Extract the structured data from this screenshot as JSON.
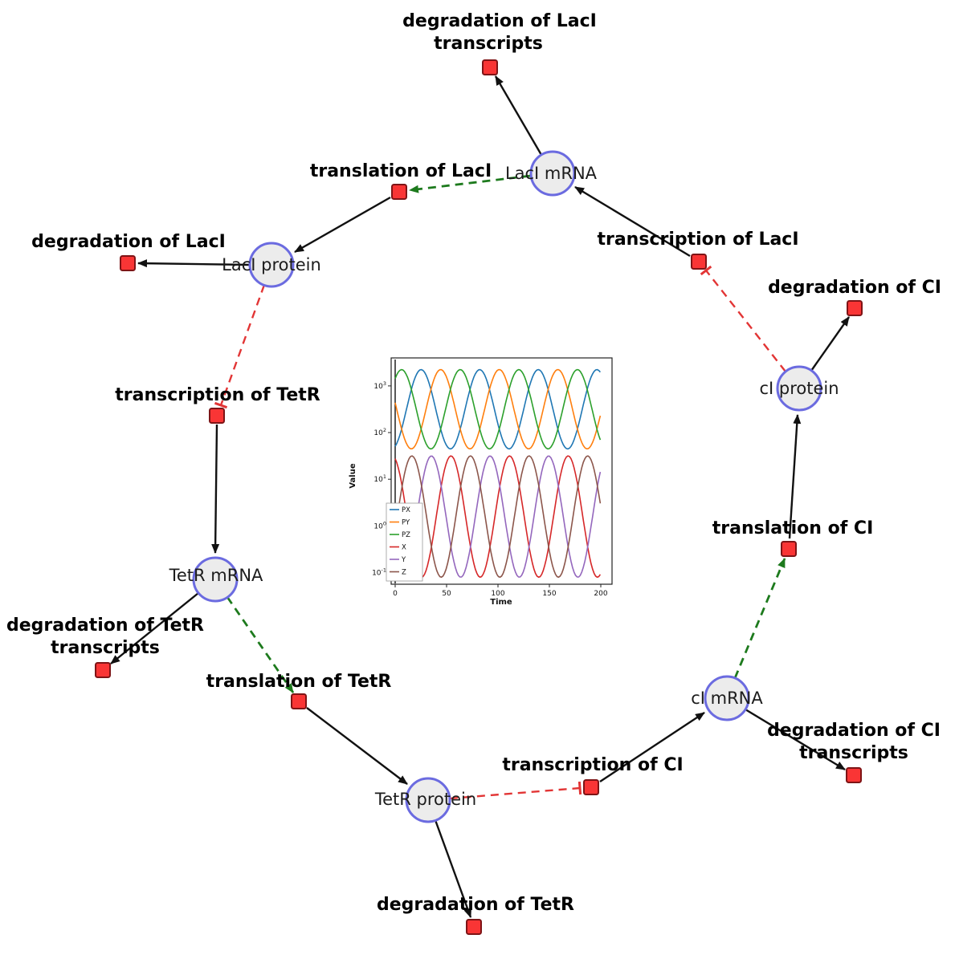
{
  "diagram": {
    "species": [
      {
        "label": "LacI mRNA"
      },
      {
        "label": "LacI protein"
      },
      {
        "label": "cI protein"
      },
      {
        "label": "TetR mRNA"
      },
      {
        "label": "cI mRNA"
      },
      {
        "label": "TetR protein"
      }
    ],
    "reactions": [
      {
        "label_lines": [
          "degradation of LacI",
          "transcripts"
        ]
      },
      {
        "label_lines": [
          "translation of LacI"
        ]
      },
      {
        "label_lines": [
          "degradation of LacI"
        ]
      },
      {
        "label_lines": [
          "transcription of LacI"
        ]
      },
      {
        "label_lines": [
          "degradation of CI"
        ]
      },
      {
        "label_lines": [
          "transcription of TetR"
        ]
      },
      {
        "label_lines": [
          "degradation of TetR",
          "transcripts"
        ]
      },
      {
        "label_lines": [
          "translation of TetR"
        ]
      },
      {
        "label_lines": [
          "translation of CI"
        ]
      },
      {
        "label_lines": [
          "transcription of CI"
        ]
      },
      {
        "label_lines": [
          "degradation of CI",
          "transcripts"
        ]
      },
      {
        "label_lines": [
          "degradation of TetR"
        ]
      }
    ],
    "edges": [
      {
        "from": "LacI mRNA",
        "to": "degradation of LacI transcripts",
        "type": "consumption",
        "style": "solid-black-arrow"
      },
      {
        "from": "LacI mRNA",
        "to": "translation of LacI",
        "type": "modifier",
        "style": "dashed-green-arrow"
      },
      {
        "from": "translation of LacI",
        "to": "LacI protein",
        "type": "production",
        "style": "solid-black-arrow"
      },
      {
        "from": "LacI protein",
        "to": "degradation of LacI",
        "type": "consumption",
        "style": "solid-black-arrow"
      },
      {
        "from": "transcription of LacI",
        "to": "LacI mRNA",
        "type": "production",
        "style": "solid-black-arrow"
      },
      {
        "from": "cI protein",
        "to": "transcription of LacI",
        "type": "inhibition",
        "style": "dashed-red-tbar"
      },
      {
        "from": "cI protein",
        "to": "degradation of CI",
        "type": "consumption",
        "style": "solid-black-arrow"
      },
      {
        "from": "LacI protein",
        "to": "transcription of TetR",
        "type": "inhibition",
        "style": "dashed-red-tbar"
      },
      {
        "from": "transcription of TetR",
        "to": "TetR mRNA",
        "type": "production",
        "style": "solid-black-arrow"
      },
      {
        "from": "TetR mRNA",
        "to": "degradation of TetR transcripts",
        "type": "consumption",
        "style": "solid-black-arrow"
      },
      {
        "from": "TetR mRNA",
        "to": "translation of TetR",
        "type": "modifier",
        "style": "dashed-green-arrow"
      },
      {
        "from": "translation of TetR",
        "to": "TetR protein",
        "type": "production",
        "style": "solid-black-arrow"
      },
      {
        "from": "TetR protein",
        "to": "degradation of TetR",
        "type": "consumption",
        "style": "solid-black-arrow"
      },
      {
        "from": "TetR protein",
        "to": "transcription of CI",
        "type": "inhibition",
        "style": "dashed-red-tbar"
      },
      {
        "from": "transcription of CI",
        "to": "cI mRNA",
        "type": "production",
        "style": "solid-black-arrow"
      },
      {
        "from": "cI mRNA",
        "to": "degradation of CI transcripts",
        "type": "consumption",
        "style": "solid-black-arrow"
      },
      {
        "from": "cI mRNA",
        "to": "translation of CI",
        "type": "modifier",
        "style": "dashed-green-arrow"
      },
      {
        "from": "translation of CI",
        "to": "cI protein",
        "type": "production",
        "style": "solid-black-arrow"
      }
    ],
    "colors": {
      "species_fill": "#ececec",
      "species_stroke": "#6b6be0",
      "reaction_fill": "#f93535",
      "reaction_stroke": "#7e1416",
      "edge_black": "#111111",
      "edge_green": "#1d7a1d",
      "edge_red": "#e23535"
    }
  },
  "chart_data": {
    "type": "line",
    "title": "",
    "xlabel": "Time",
    "ylabel": "Value",
    "x_range": [
      0,
      200
    ],
    "x_ticks": [
      0,
      50,
      100,
      150,
      200
    ],
    "y_scale": "log",
    "y_tick_exponents": [
      -1,
      0,
      1,
      2,
      3
    ],
    "ylim": [
      0.06,
      3500
    ],
    "legend_position": "left",
    "x": [
      0,
      20,
      40,
      60,
      80,
      100,
      120,
      140,
      160,
      180,
      200
    ],
    "series": [
      {
        "name": "PX",
        "color": "#1f77b4",
        "values": [
          51,
          1630,
          284,
          70,
          2120,
          155,
          111,
          2190,
          90,
          199,
          1930
        ],
        "osc": {
          "period": 57,
          "phase": 11,
          "log_mid": 2.5,
          "log_amp": 0.85
        }
      },
      {
        "name": "PY",
        "color": "#ff7f0e",
        "values": [
          435,
          55,
          1810,
          230,
          81,
          2200,
          125,
          136,
          2160,
          76,
          252
        ],
        "osc": {
          "period": 57,
          "phase": 30,
          "log_mid": 2.5,
          "log_amp": 0.85
        }
      },
      {
        "name": "PZ",
        "color": "#2ca02c",
        "values": [
          1430,
          352,
          61,
          1980,
          186,
          95,
          2240,
          104,
          167,
          2060,
          66
        ],
        "osc": {
          "period": 57,
          "phase": 49,
          "log_mid": 2.5,
          "log_amp": 0.85
        }
      },
      {
        "name": "X",
        "color": "#d62728",
        "values": [
          27.6,
          0.14,
          1.58,
          17.7,
          0.09,
          4.2,
          8.8,
          0.08,
          9.9,
          3.6,
          0.1
        ],
        "osc": {
          "period": 57,
          "phase": 40,
          "log_mid": 0.2,
          "log_amp": 1.3
        }
      },
      {
        "name": "Y",
        "color": "#9467bd",
        "values": [
          0.17,
          1.14,
          21.2,
          0.1,
          3.0,
          11.5,
          0.08,
          7.3,
          5.1,
          0.09,
          15.1
        ],
        "osc": {
          "period": 57,
          "phase": 21,
          "log_mid": 0.2,
          "log_amp": 1.3
        }
      },
      {
        "name": "Z",
        "color": "#8c564b",
        "values": [
          0.82,
          24.6,
          0.12,
          2.2,
          14.4,
          0.08,
          5.6,
          6.7,
          0.08,
          12.6,
          2.6
        ],
        "osc": {
          "period": 57,
          "phase": 2,
          "log_mid": 0.2,
          "log_amp": 1.3
        }
      }
    ]
  }
}
